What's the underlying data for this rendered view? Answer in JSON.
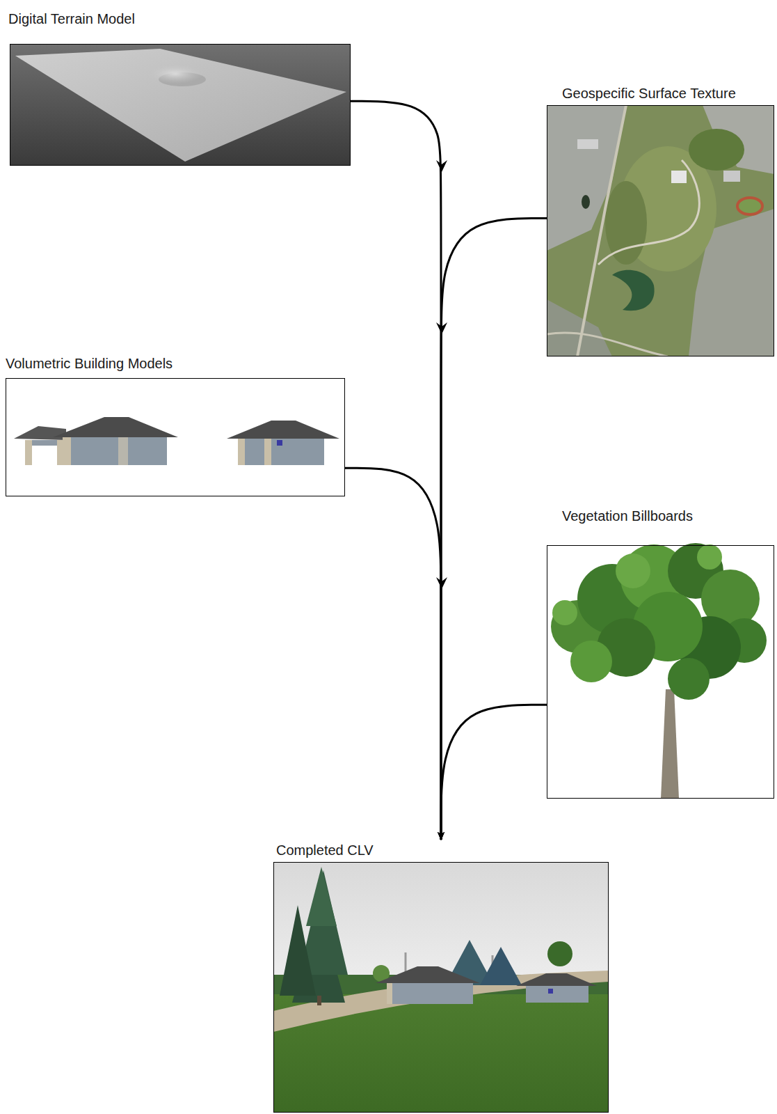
{
  "diagram": {
    "nodes": [
      {
        "text": [
          "Digital Terrain Model"
        ]
      },
      {
        "text": [
          "Geospecific Surface Texture"
        ]
      },
      {
        "text": [
          "Volumetric Building Models"
        ]
      },
      {
        "text": [
          "Vegetation Billboards"
        ]
      },
      {
        "text": [
          "Completed CLV"
        ]
      }
    ],
    "edges": [
      {
        "from": 0,
        "to": 4,
        "arrow": "to"
      },
      {
        "from": 1,
        "to": 4,
        "arrow": "to"
      },
      {
        "from": 2,
        "to": 4,
        "arrow": "to"
      },
      {
        "from": 3,
        "to": 4,
        "arrow": "to"
      }
    ]
  }
}
